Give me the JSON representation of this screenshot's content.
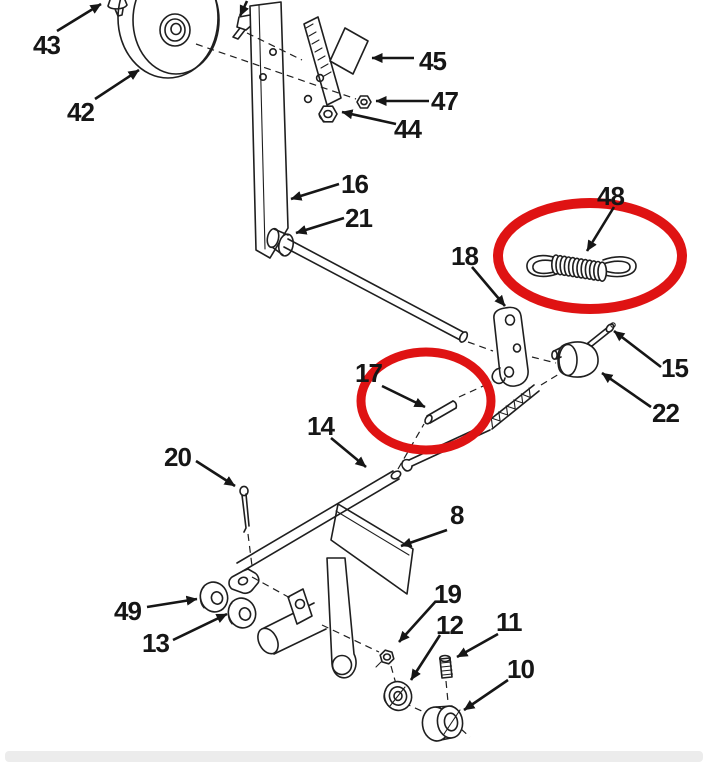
{
  "diagram": {
    "kind": "exploded-parts-diagram",
    "callouts": [
      "43",
      "42",
      "45",
      "47",
      "44",
      "16",
      "21",
      "48",
      "18",
      "15",
      "22",
      "17",
      "14",
      "20",
      "8",
      "19",
      "12",
      "11",
      "10",
      "49",
      "13"
    ],
    "highlights": {
      "color": "#df1313",
      "circled_callouts": [
        "48",
        "17"
      ]
    },
    "colors": {
      "line": "#1f1f1f",
      "label": "#161616",
      "background": "#ffffff",
      "scrollbar_track": "#ececec"
    }
  }
}
